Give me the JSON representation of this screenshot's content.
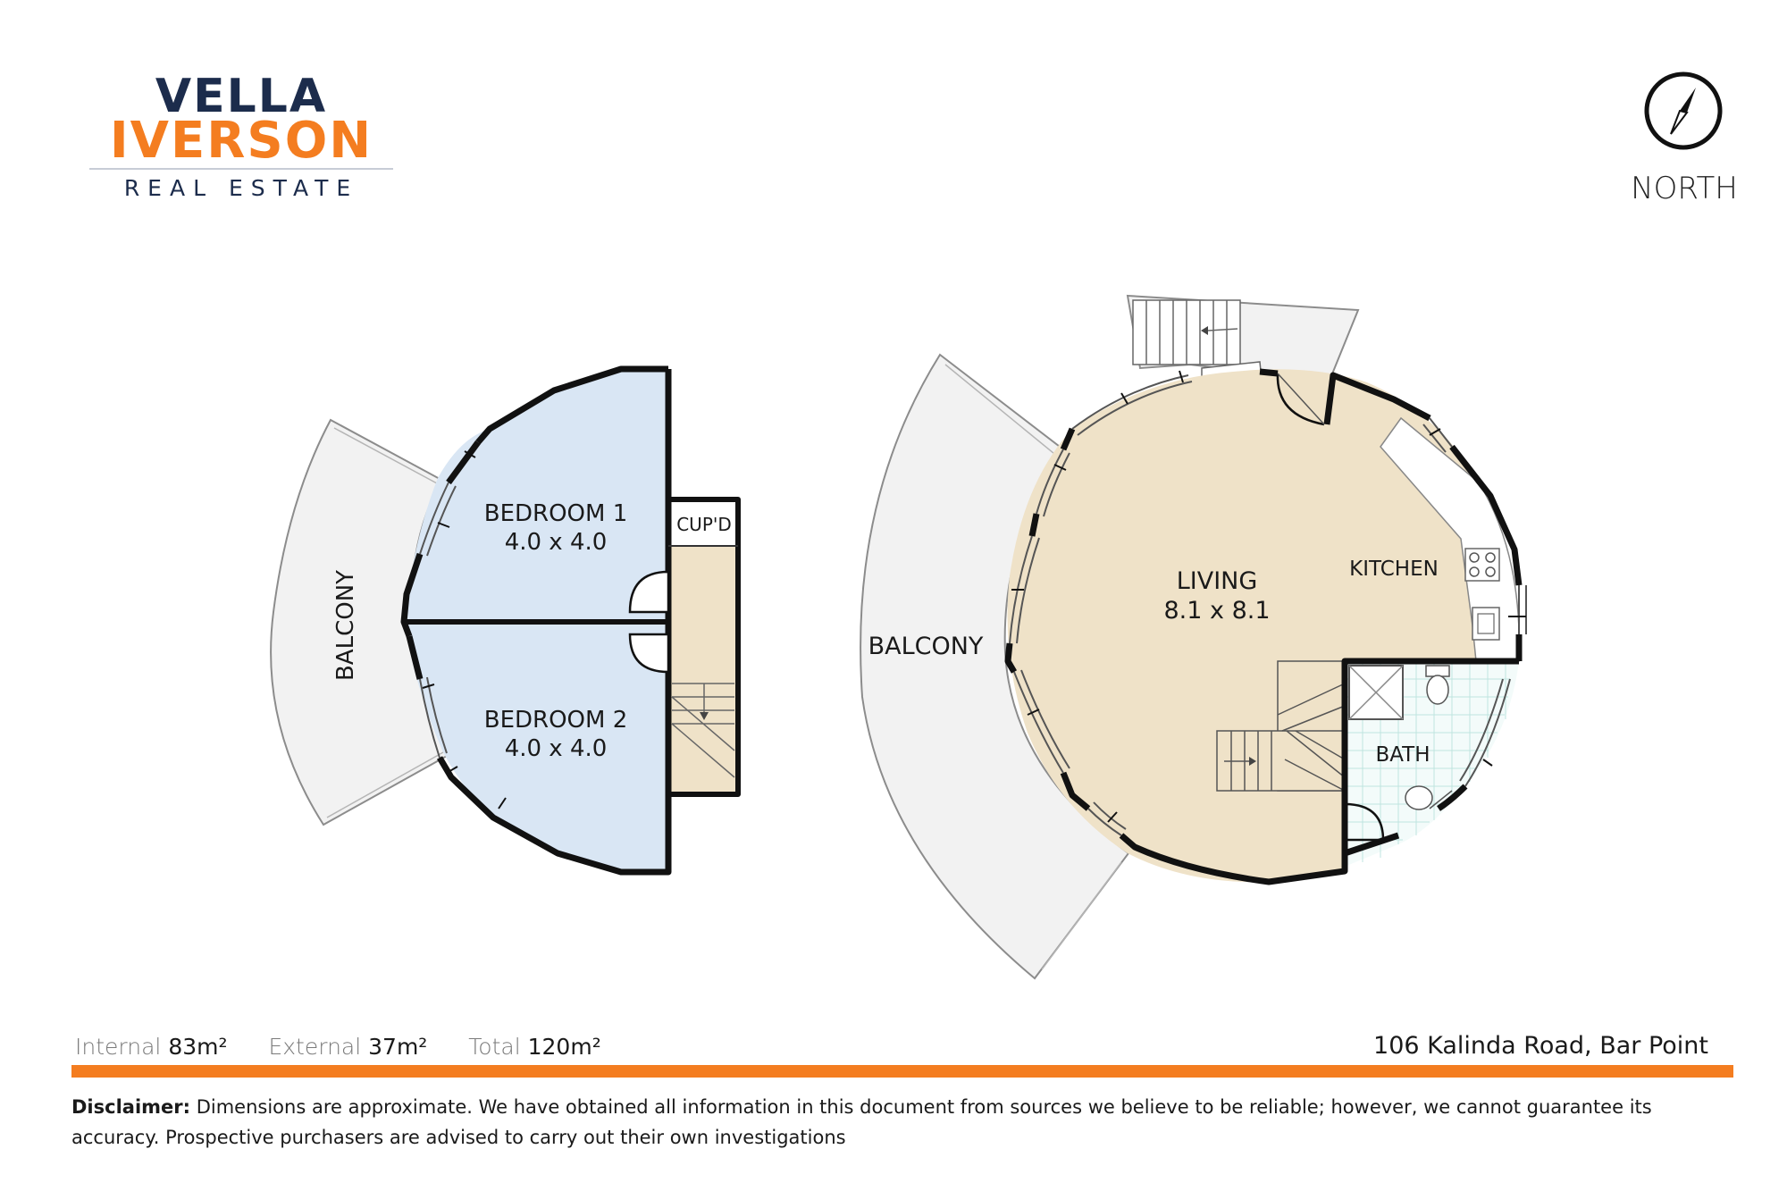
{
  "brand": {
    "line1": "VELLA",
    "line2": "IVERSON",
    "line3": "REAL ESTATE",
    "navy": "#1c2c4c",
    "orange": "#f47d20"
  },
  "compass": {
    "label": "NORTH",
    "icon": "compass-north-icon"
  },
  "rooms": {
    "bedroom1": {
      "name": "BEDROOM 1",
      "size": "4.0 x 4.0"
    },
    "bedroom2": {
      "name": "BEDROOM 2",
      "size": "4.0 x 4.0"
    },
    "cupboard": {
      "name": "CUP'D"
    },
    "balcony_upper": {
      "name": "BALCONY"
    },
    "balcony_main": {
      "name": "BALCONY"
    },
    "living": {
      "name": "LIVING",
      "size": "8.1 x 8.1"
    },
    "kitchen": {
      "name": "KITCHEN"
    },
    "bath": {
      "name": "BATH"
    }
  },
  "colors": {
    "bedroom_fill": "#d9e6f4",
    "living_fill": "#efe2c8",
    "balcony_fill": "#f2f2f2",
    "bath_fill": "#f3fbfa",
    "wall": "#111111"
  },
  "areas": {
    "internal_label": "Internal",
    "internal_value": "83m²",
    "external_label": "External",
    "external_value": "37m²",
    "total_label": "Total",
    "total_value": "120m²"
  },
  "address": "106 Kalinda Road, Bar Point",
  "disclaimer": {
    "label": "Disclaimer:",
    "text": "Dimensions are approximate. We have obtained all information in this document from sources we believe to be reliable; however, we cannot guarantee its accuracy. Prospective purchasers are advised to carry out their own investigations"
  }
}
